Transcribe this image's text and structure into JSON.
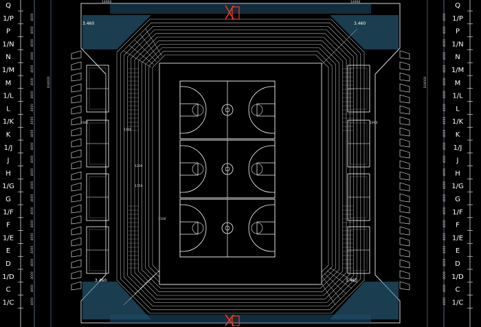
{
  "colors": {
    "background": "#000000",
    "court_line": "#ffffff",
    "seating": "#c8c8c8",
    "corner_fill": "#2f6f8f",
    "axis_line": "#ffffff",
    "dim_line": "#b0d8ff",
    "marker": "#ff3b1f"
  },
  "axis_grid": {
    "labels_top_to_bottom": [
      "Q",
      "1/P",
      "P",
      "1/N",
      "N",
      "1/M",
      "M",
      "1/L",
      "L",
      "1/K",
      "K",
      "1/J",
      "J",
      "H",
      "1/G",
      "G",
      "1/F",
      "F",
      "1/E",
      "E",
      "D",
      "1/D",
      "C",
      "1/C"
    ],
    "dim_values": [
      "4000",
      "4000",
      "4000",
      "4000",
      "4000",
      "4000",
      "4000",
      "4000",
      "4000",
      "4000",
      "4000",
      "4000",
      "4000",
      "4000",
      "4000",
      "4000",
      "4000",
      "4000",
      "4000",
      "4000",
      "4000",
      "4000",
      "4000"
    ],
    "total_dim": "104000"
  },
  "top_dims": {
    "left": "14900",
    "right": "14900"
  },
  "elevations": {
    "top_left": "3.460",
    "top_right": "3.460",
    "bottom_left": "3.460",
    "bottom_right": "3.460"
  },
  "inner_dims": {
    "left_a": "1900",
    "right_a": "1900",
    "mid_a": "1200",
    "mid_b": "1200",
    "mid_c": "3100",
    "mid_d": "1750"
  },
  "courts": {
    "count": 3
  }
}
